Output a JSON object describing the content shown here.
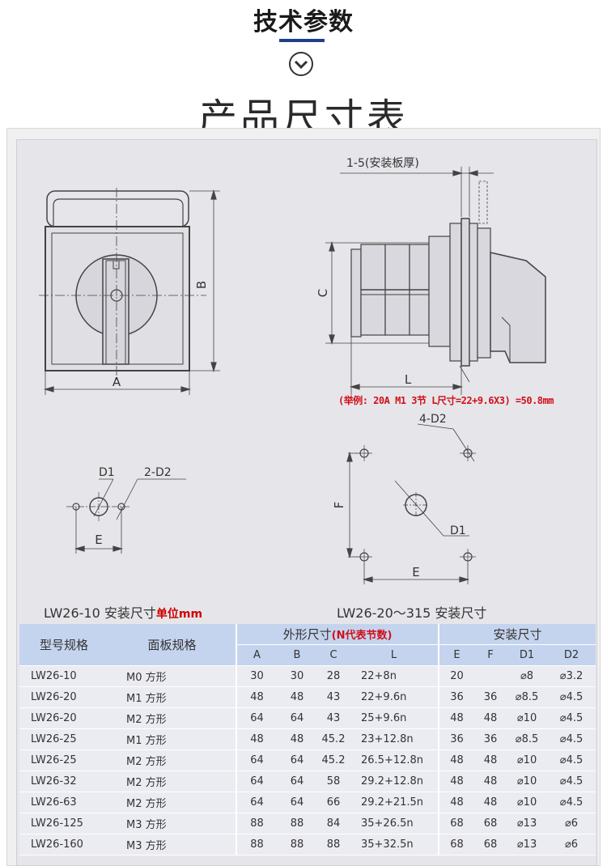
{
  "header": {
    "title": "技术参数",
    "subtitle": "产品尺寸表"
  },
  "drawing": {
    "dim_labels": {
      "A": "A",
      "B": "B",
      "C": "C",
      "L": "L",
      "E_left": "E",
      "E_right": "E",
      "F": "F",
      "D1_left": "D1",
      "D2_left": "2-D2",
      "D1_right": "D1",
      "D2_right": "4-D2",
      "plate": "1-5(安装板厚)"
    },
    "example": {
      "prefix": "(举例: 20A M1 3节 L尺寸=22+9.6",
      "x3": "X3",
      "suffix": ") =50.8mm"
    },
    "caption_left": "LW26-10 安装尺寸",
    "caption_left_unit": "单位mm",
    "caption_right": "LW26-20～315 安装尺寸"
  },
  "table": {
    "col_model": "型号规格",
    "col_panel": "面板规格",
    "group_outer": "外形尺寸",
    "group_outer_note": "(N代表节数)",
    "group_install": "安装尺寸",
    "sub_headers": [
      "A",
      "B",
      "C",
      "L",
      "E",
      "F",
      "D1",
      "D2"
    ],
    "rows": [
      [
        "LW26-10",
        "M0 方形",
        "30",
        "30",
        "28",
        "22+8n",
        "20",
        "",
        "⌀8",
        "⌀3.2"
      ],
      [
        "LW26-20",
        "M1 方形",
        "48",
        "48",
        "43",
        "22+9.6n",
        "36",
        "36",
        "⌀8.5",
        "⌀4.5"
      ],
      [
        "LW26-20",
        "M2 方形",
        "64",
        "64",
        "43",
        "25+9.6n",
        "48",
        "48",
        "⌀10",
        "⌀4.5"
      ],
      [
        "LW26-25",
        "M1 方形",
        "48",
        "48",
        "45.2",
        "23+12.8n",
        "36",
        "36",
        "⌀8.5",
        "⌀4.5"
      ],
      [
        "LW26-25",
        "M2 方形",
        "64",
        "64",
        "45.2",
        "26.5+12.8n",
        "48",
        "48",
        "⌀10",
        "⌀4.5"
      ],
      [
        "LW26-32",
        "M2 方形",
        "64",
        "64",
        "58",
        "29.2+12.8n",
        "48",
        "48",
        "⌀10",
        "⌀4.5"
      ],
      [
        "LW26-63",
        "M2 方形",
        "64",
        "64",
        "66",
        "29.2+21.5n",
        "48",
        "48",
        "⌀10",
        "⌀4.5"
      ],
      [
        "LW26-125",
        "M3 方形",
        "88",
        "88",
        "84",
        "35+26.5n",
        "68",
        "68",
        "⌀13",
        "⌀6"
      ],
      [
        "LW26-160",
        "M3 方形",
        "88",
        "88",
        "88",
        "35+32.5n",
        "68",
        "68",
        "⌀13",
        "⌀6"
      ]
    ]
  }
}
